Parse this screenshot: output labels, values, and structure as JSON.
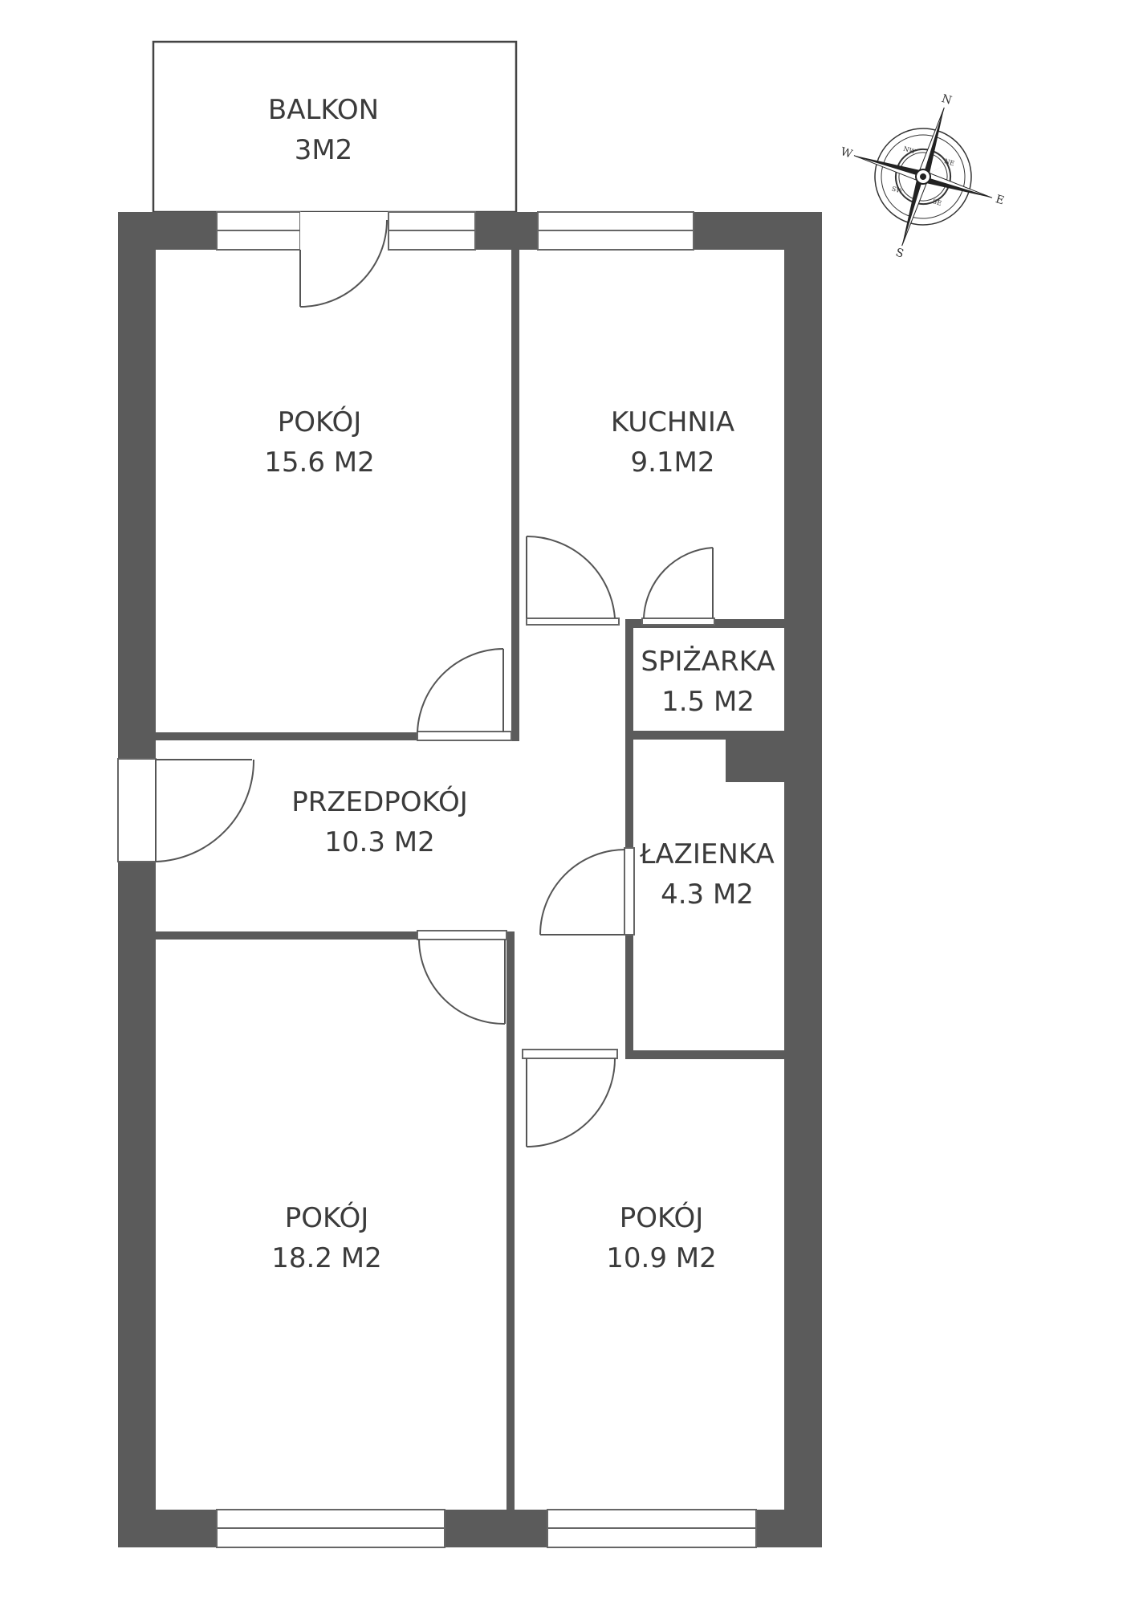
{
  "colors": {
    "wall": "#5b5b5b",
    "line": "#666666",
    "window": "#ffffff",
    "label": "#3b3b3b",
    "background": "#ffffff"
  },
  "rooms": {
    "balkon": {
      "name": "BALKON",
      "area": "3M2"
    },
    "pokoj_1": {
      "name": "POKÓJ",
      "area": "15.6 M2"
    },
    "kuchnia": {
      "name": "KUCHNIA",
      "area": "9.1M2"
    },
    "spizarka": {
      "name": "SPIŻARKA",
      "area": "1.5 M2"
    },
    "przedpokoj": {
      "name": "PRZEDPOKÓJ",
      "area": "10.3 M2"
    },
    "lazienka": {
      "name": "ŁAZIENKA",
      "area": "4.3 M2"
    },
    "pokoj_2": {
      "name": "POKÓJ",
      "area": "18.2 M2"
    },
    "pokoj_3": {
      "name": "POKÓJ",
      "area": "10.9 M2"
    }
  },
  "compass": {
    "icon": "compass-rose-icon",
    "n": "N",
    "e": "E",
    "s": "S",
    "w": "W",
    "ne": "NE",
    "se": "SE",
    "sw": "SW",
    "nw": "NW"
  }
}
